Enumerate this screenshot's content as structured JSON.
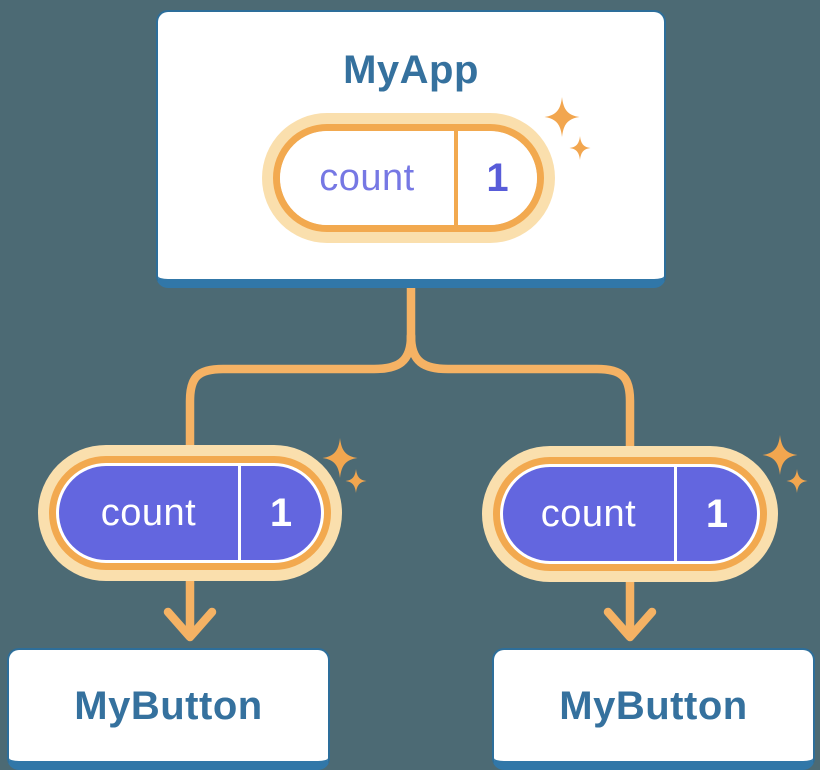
{
  "diagram": {
    "description": "component tree",
    "root": {
      "title": "MyApp",
      "pill": {
        "label": "count",
        "value": "1"
      }
    },
    "children": [
      {
        "title": "MyButton",
        "pill": {
          "label": "count",
          "value": "1"
        }
      },
      {
        "title": "MyButton",
        "pill": {
          "label": "count",
          "value": "1"
        }
      }
    ]
  },
  "icons": {
    "sparkle": "sparkle-icon",
    "arrow": "arrow-down-icon"
  },
  "colors": {
    "background": "#4C6A74",
    "card_fill": "#FFFFFF",
    "card_border": "#2D6E9A",
    "card_bottom_edge": "#3177A8",
    "title_text": "#35719E",
    "pill_halo": "#FADFAD",
    "pill_border_orange": "#F2A94F",
    "connector_orange": "#F5B264",
    "pill_fill_purple": "#6366DF",
    "pill_label_purple_text": "#7678E4",
    "pill_value_indigo": "#585CD9",
    "pill_text_white": "#FFFFFF",
    "sparkle_orange": "#F2A64F"
  }
}
